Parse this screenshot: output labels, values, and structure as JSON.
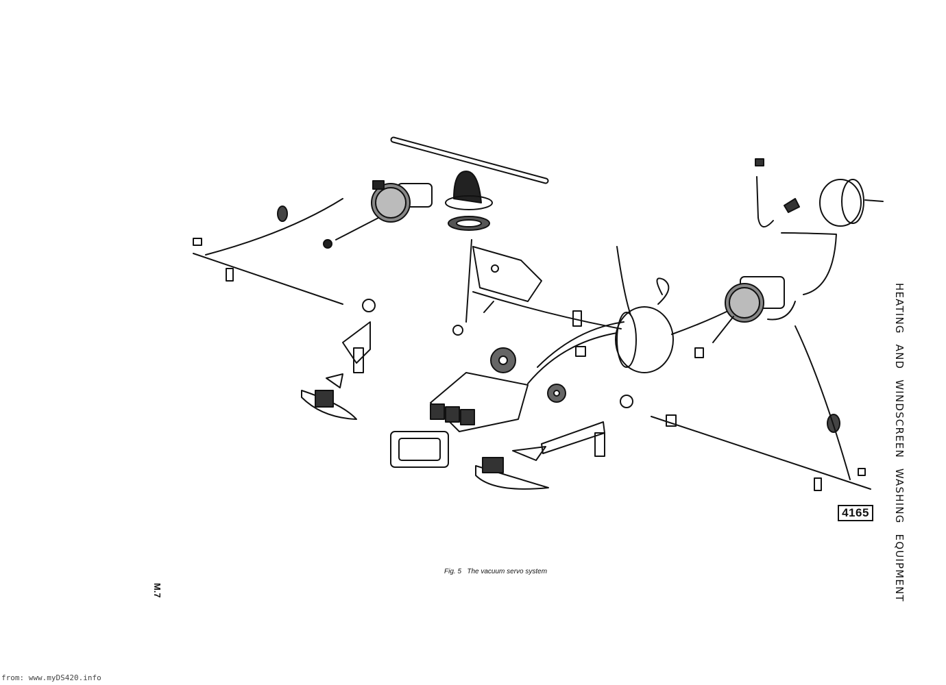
{
  "chapter_title": "HEATING AND WINDSCREEN WASHING EQUIPMENT",
  "figure_number": "4165",
  "caption": "Fig. 5   The vacuum servo system",
  "page_code": "M.7",
  "source_footer": "from: www.myDS420.info",
  "diagram_parts": [
    "left-vacuum-servo-icon",
    "control-rod-icon",
    "rubber-grommet-icon",
    "valve-housing-icon",
    "control-switch-unit-icon",
    "right-vacuum-servo-icon",
    "vacuum-reservoir-icon"
  ]
}
